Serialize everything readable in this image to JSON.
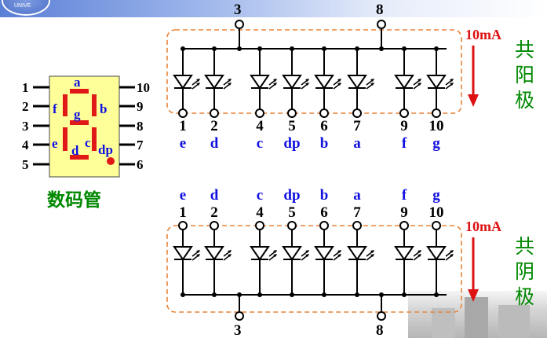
{
  "header": {
    "logo_text": "UNIVE"
  },
  "display": {
    "title": "数码管",
    "left_pins": [
      "1",
      "2",
      "3",
      "4",
      "5"
    ],
    "right_pins": [
      "10",
      "9",
      "8",
      "7",
      "6"
    ],
    "segments": [
      "a",
      "f",
      "g",
      "b",
      "e",
      "c",
      "d",
      "dp"
    ]
  },
  "common_anode": {
    "top_pins": [
      "3",
      "8"
    ],
    "pins": [
      "1",
      "2",
      "4",
      "5",
      "6",
      "7",
      "9",
      "10"
    ],
    "labels": [
      "e",
      "d",
      "c",
      "dp",
      "b",
      "a",
      "f",
      "g"
    ],
    "current": "10mA",
    "side_label": [
      "共",
      "阳",
      "极"
    ]
  },
  "common_cathode": {
    "labels": [
      "e",
      "d",
      "c",
      "dp",
      "b",
      "a",
      "f",
      "g"
    ],
    "pins": [
      "1",
      "2",
      "4",
      "5",
      "6",
      "7",
      "9",
      "10"
    ],
    "bottom_pins": [
      "3",
      "8"
    ],
    "current": "10mA",
    "side_label": [
      "共",
      "阴",
      "极"
    ]
  },
  "colors": {
    "segment_red": "#e01818",
    "display_bg": "#ffff99",
    "label_blue": "#1010e0",
    "current_red": "#dd1111",
    "side_green": "#008800",
    "dashed_border": "#e8843a"
  }
}
